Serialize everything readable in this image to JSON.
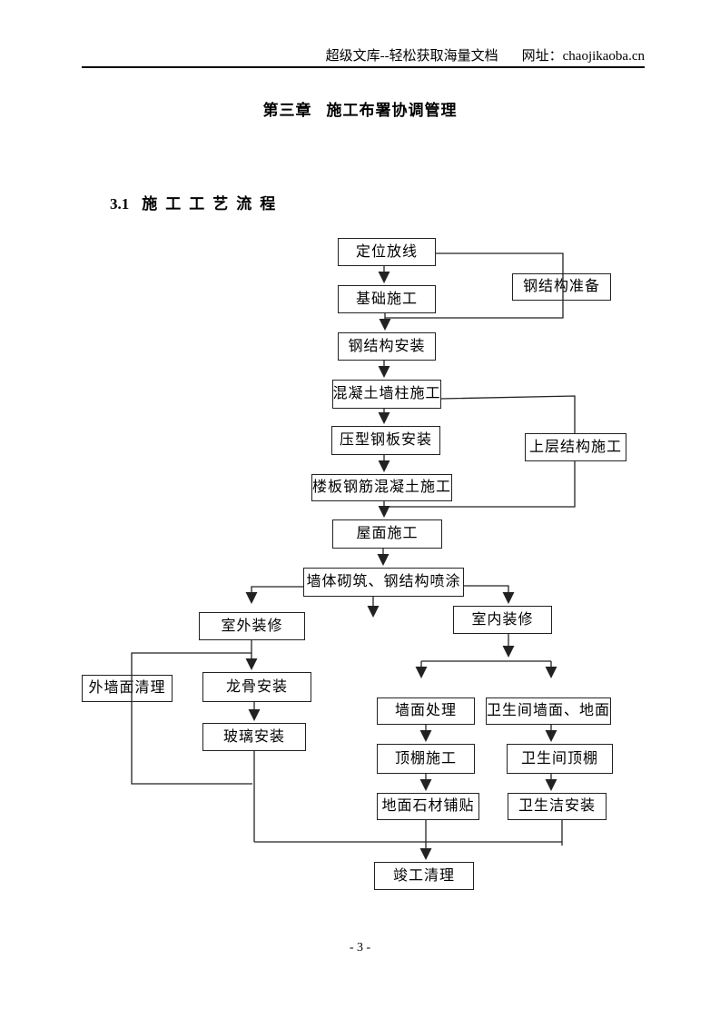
{
  "header": {
    "site_text": "超级文库--轻松获取海量文档",
    "url_label": "网址：",
    "url": "chaojikaoba.cn"
  },
  "title": {
    "chapter": "第三章",
    "text": "施工布署协调管理"
  },
  "section": {
    "number": "3.1",
    "text": "施工工艺流程"
  },
  "footer": {
    "page_number": "- 3 -"
  },
  "colors": {
    "text": "#000000",
    "line": "#222222",
    "box_border": "#222222",
    "box_fill": "#ffffff",
    "page_bg": "#ffffff"
  },
  "flowchart": {
    "nodes": [
      {
        "id": "positioning-lofting",
        "label": "定位放线"
      },
      {
        "id": "steel-structure-prep",
        "label": "钢结构准备"
      },
      {
        "id": "foundation-construction",
        "label": "基础施工"
      },
      {
        "id": "steel-structure-install",
        "label": "钢结构安装"
      },
      {
        "id": "concrete-wall-column",
        "label": "混凝土墙柱施工"
      },
      {
        "id": "profiled-steel-deck-install",
        "label": "压型钢板安装"
      },
      {
        "id": "upper-structure-construction",
        "label": "上层结构施工"
      },
      {
        "id": "floor-slab-rebar-concrete",
        "label": "楼板钢筋混凝土施工"
      },
      {
        "id": "roof-construction",
        "label": "屋面施工"
      },
      {
        "id": "wall-masonry-steel-spray",
        "label": "墙体砌筑、钢结构喷涂"
      },
      {
        "id": "exterior-decoration",
        "label": "室外装修"
      },
      {
        "id": "interior-decoration",
        "label": "室内装修"
      },
      {
        "id": "exterior-wall-cleaning",
        "label": "外墙面清理"
      },
      {
        "id": "keel-install",
        "label": "龙骨安装"
      },
      {
        "id": "glass-install",
        "label": "玻璃安装"
      },
      {
        "id": "wall-surface-treatment",
        "label": "墙面处理"
      },
      {
        "id": "bathroom-wall-floor",
        "label": "卫生间墙面、地面"
      },
      {
        "id": "ceiling-construction",
        "label": "顶棚施工"
      },
      {
        "id": "bathroom-ceiling",
        "label": "卫生间顶棚"
      },
      {
        "id": "floor-stone-paving",
        "label": "地面石材铺贴"
      },
      {
        "id": "sanitary-ware-install",
        "label": "卫生洁安装"
      },
      {
        "id": "completion-cleanup",
        "label": "竣工清理"
      }
    ],
    "edges": [
      {
        "from": "positioning-lofting",
        "to": "foundation-construction"
      },
      {
        "from": "positioning-lofting",
        "to": "steel-structure-prep"
      },
      {
        "from": "steel-structure-prep",
        "to": "steel-structure-install"
      },
      {
        "from": "foundation-construction",
        "to": "steel-structure-install"
      },
      {
        "from": "steel-structure-install",
        "to": "concrete-wall-column"
      },
      {
        "from": "concrete-wall-column",
        "to": "upper-structure-construction"
      },
      {
        "from": "concrete-wall-column",
        "to": "profiled-steel-deck-install"
      },
      {
        "from": "profiled-steel-deck-install",
        "to": "floor-slab-rebar-concrete"
      },
      {
        "from": "upper-structure-construction",
        "to": "roof-construction"
      },
      {
        "from": "floor-slab-rebar-concrete",
        "to": "roof-construction"
      },
      {
        "from": "roof-construction",
        "to": "wall-masonry-steel-spray"
      },
      {
        "from": "wall-masonry-steel-spray",
        "to": "exterior-decoration"
      },
      {
        "from": "wall-masonry-steel-spray",
        "to": "interior-decoration"
      },
      {
        "from": "exterior-decoration",
        "to": "keel-install"
      },
      {
        "from": "exterior-decoration",
        "to": "exterior-wall-cleaning"
      },
      {
        "from": "keel-install",
        "to": "glass-install"
      },
      {
        "from": "exterior-wall-cleaning",
        "to": "completion-cleanup"
      },
      {
        "from": "glass-install",
        "to": "completion-cleanup"
      },
      {
        "from": "interior-decoration",
        "to": "wall-surface-treatment"
      },
      {
        "from": "interior-decoration",
        "to": "bathroom-wall-floor"
      },
      {
        "from": "wall-surface-treatment",
        "to": "ceiling-construction"
      },
      {
        "from": "ceiling-construction",
        "to": "floor-stone-paving"
      },
      {
        "from": "bathroom-wall-floor",
        "to": "bathroom-ceiling"
      },
      {
        "from": "bathroom-ceiling",
        "to": "sanitary-ware-install"
      },
      {
        "from": "floor-stone-paving",
        "to": "completion-cleanup"
      },
      {
        "from": "sanitary-ware-install",
        "to": "completion-cleanup"
      }
    ]
  }
}
